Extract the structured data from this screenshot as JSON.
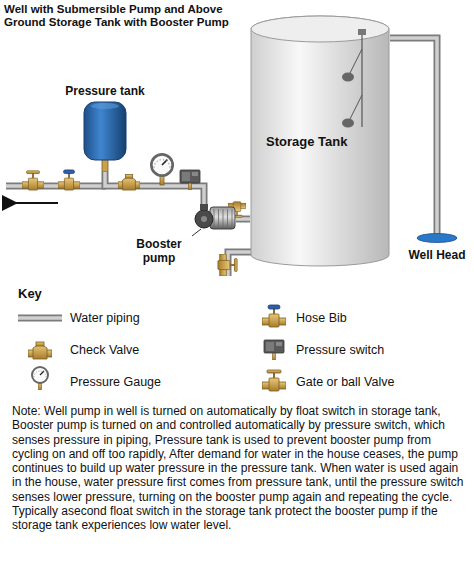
{
  "diagram": {
    "title": "Well with Submersible Pump and Above Ground Storage Tank with Booster Pump",
    "nodes": [
      {
        "text": [
          "Pressure tank"
        ]
      },
      {
        "text": [
          "Storage Tank"
        ]
      },
      {
        "text": [
          "Booster pump"
        ]
      },
      {
        "text": [
          "Well Head"
        ]
      }
    ],
    "edges": [
      {
        "from": 1,
        "to": 2,
        "arrow": "none"
      },
      {
        "from": 2,
        "to": 0,
        "arrow": "none"
      },
      {
        "from": 3,
        "to": 1,
        "arrow": "none"
      }
    ],
    "labels": [
      "Key",
      "Note: Well pump in well is turned on automatically by float switch in storage tank, Booster pump is turned on and controlled automatically by pressure switch, which senses pressure in piping, Pressure tank is used to prevent booster pump from cycling on and off too rapidly, After demand for water in the house ceases, the pump continues to build up water pressure in the pressure tank. When water is used again in the house, water pressure first comes from pressure tank, until the pressure switch senses lower pressure, turning on the booster pump again and repeating the cycle. Typically asecond float switch in the storage tank protect the booster pump if the storage tank experiences low water level."
    ],
    "legend": [
      {
        "text": "Water piping"
      },
      {
        "text": "Check Valve"
      },
      {
        "text": "Pressure Gauge"
      },
      {
        "text": "Hose Bib"
      },
      {
        "text": "Pressure switch"
      },
      {
        "text": "Gate or ball Valve"
      }
    ]
  }
}
